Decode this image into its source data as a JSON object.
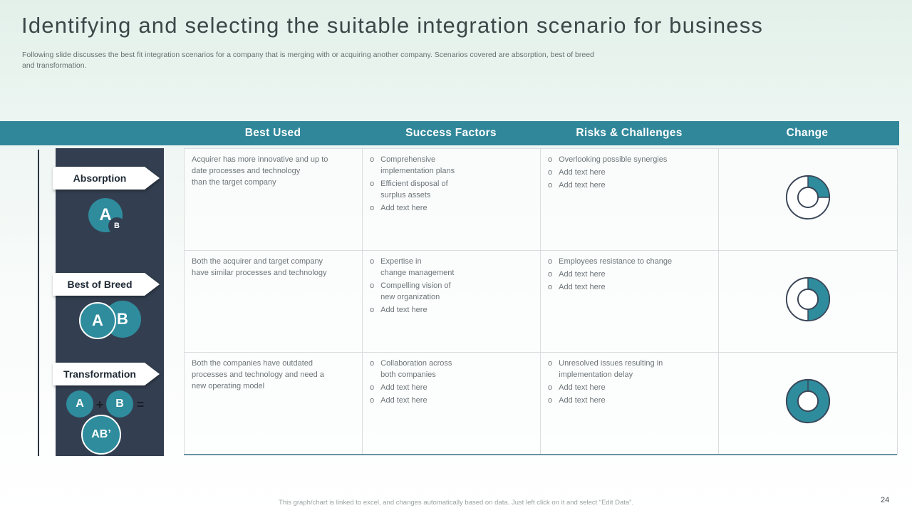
{
  "colors": {
    "accent_teal": "#2e8c9d",
    "header_teal": "#30879a",
    "navy_panel": "#333f50",
    "donut_outline": "#3a4657",
    "table_border": "#d9dde0",
    "bottom_rule": "#6a93a2"
  },
  "slide": {
    "title": "Identifying and selecting the suitable integration scenario for business",
    "subtitle": "Following slide discusses the best fit integration scenarios for a company that is merging with or acquiring another company. Scenarios covered are absorption, best of breed\nand transformation.",
    "footer_note": "This graph/chart is linked to excel, and changes automatically based on data. Just left click on it and select “Edit Data”.",
    "page_number": "24"
  },
  "table": {
    "headers": [
      "Best Used",
      "Success Factors",
      "Risks & Challenges",
      "Change"
    ],
    "rows": [
      {
        "scenario": "Absorption",
        "best_used": "Acquirer has more innovative  and up to\ndate processes and technology\nthan the target company",
        "success_factors": [
          "Comprehensive\nimplementation plans",
          "Efficient disposal of\nsurplus assets",
          "Add text here"
        ],
        "risks_challenges": [
          "Overlooking  possible synergies",
          "Add text here",
          "Add text here"
        ],
        "change_percent": 25
      },
      {
        "scenario": "Best of Breed",
        "best_used": "Both the acquirer and target company\nhave similar processes and technology",
        "success_factors": [
          "Expertise in\nchange management",
          "Compelling vision  of\nnew organization",
          "Add text here"
        ],
        "risks_challenges": [
          "Employees resistance to change",
          "Add text here",
          "Add text here"
        ],
        "change_percent": 50
      },
      {
        "scenario": "Transformation",
        "best_used": "Both the companies have outdated\nprocesses and technology and need a\nnew operating model",
        "success_factors": [
          "Collaboration  across\nboth companies",
          "Add text here",
          "Add text here"
        ],
        "risks_challenges": [
          "Unresolved  issues resulting in\nimplementation delay",
          "Add text here",
          "Add text here"
        ],
        "change_percent": 100
      }
    ],
    "bullet_marker": "o"
  },
  "scenarios": [
    {
      "label": "Absorption",
      "circles": [
        "A",
        "B"
      ]
    },
    {
      "label": "Best of Breed",
      "circles": [
        "A",
        "B"
      ]
    },
    {
      "label": "Transformation",
      "circles": [
        "A",
        "B",
        "AB’"
      ],
      "operators": [
        "+",
        "="
      ]
    }
  ],
  "chart_data": [
    {
      "type": "donut",
      "scenario": "Absorption",
      "title": "Change",
      "percent_filled": 25,
      "series": [
        {
          "name": "Change",
          "values": [
            25,
            75
          ]
        }
      ],
      "filled_color": "#2e8c9d",
      "empty_color": "#ffffff",
      "legend": "none"
    },
    {
      "type": "donut",
      "scenario": "Best of Breed",
      "title": "Change",
      "percent_filled": 50,
      "series": [
        {
          "name": "Change",
          "values": [
            50,
            50
          ]
        }
      ],
      "filled_color": "#2e8c9d",
      "empty_color": "#ffffff",
      "legend": "none"
    },
    {
      "type": "donut",
      "scenario": "Transformation",
      "title": "Change",
      "percent_filled": 100,
      "series": [
        {
          "name": "Change",
          "values": [
            100,
            0
          ]
        }
      ],
      "filled_color": "#2e8c9d",
      "empty_color": "#ffffff",
      "legend": "none"
    }
  ]
}
